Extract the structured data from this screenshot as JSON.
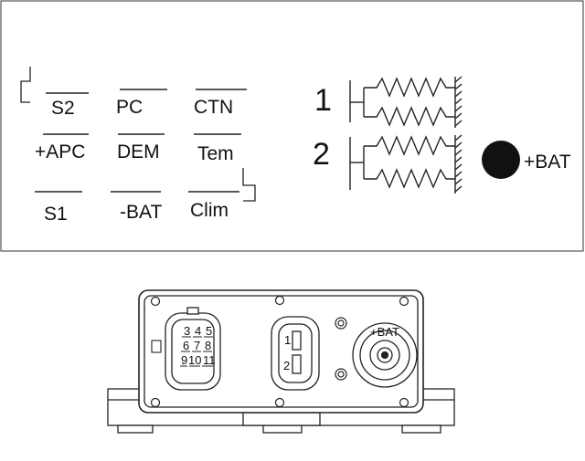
{
  "legend": {
    "pins": [
      {
        "id": "s2",
        "label": "S2"
      },
      {
        "id": "pc",
        "label": "PC"
      },
      {
        "id": "ctn",
        "label": "CTN"
      },
      {
        "id": "apc",
        "label": "+APC"
      },
      {
        "id": "dem",
        "label": "DEM"
      },
      {
        "id": "tem",
        "label": "Tem"
      },
      {
        "id": "s1",
        "label": "S1"
      },
      {
        "id": "neg-bat",
        "label": "-BAT"
      },
      {
        "id": "clim",
        "label": "Clim"
      }
    ],
    "springs": [
      {
        "id": "spring-group-1",
        "label": "1"
      },
      {
        "id": "spring-group-2",
        "label": "2"
      }
    ],
    "battery": {
      "label": "+BAT"
    }
  },
  "device": {
    "connector_large": {
      "pins": [
        "3",
        "4",
        "5",
        "6",
        "7",
        "8",
        "9",
        "10",
        "11"
      ]
    },
    "connector_small": {
      "pins": [
        "1",
        "2"
      ]
    },
    "battery_terminal": {
      "label": "+BAT"
    }
  }
}
